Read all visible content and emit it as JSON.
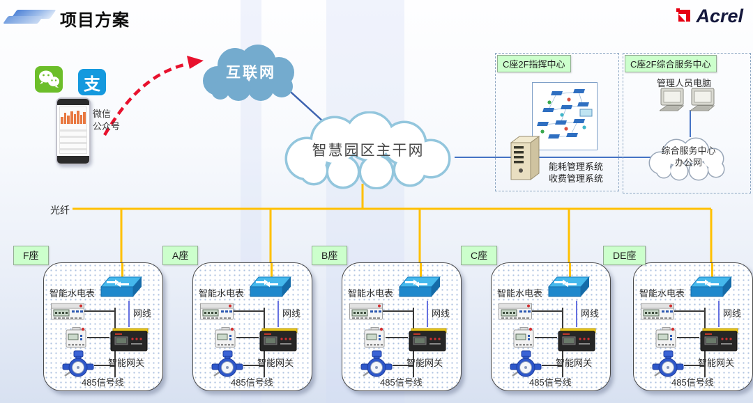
{
  "header": {
    "title": "项目方案",
    "brand": "Acrel"
  },
  "left_panel": {
    "caption_line1": "微信",
    "caption_line2": "公众号",
    "alipay_glyph": "支"
  },
  "clouds": {
    "internet": "互联网",
    "backbone": "智慧园区主干网",
    "office_line1": "综合服务中心",
    "office_line2": "办公网"
  },
  "fiber_label": "光纤",
  "command_center": {
    "title": "C座2F指挥中心",
    "system_line1": "能耗管理系统",
    "system_line2": "收费管理系统"
  },
  "service_center": {
    "title": "C座2F综合服务中心",
    "pc_label": "管理人员电脑"
  },
  "building_labels": {
    "meters": "智能水电表",
    "cable": "网线",
    "gateway": "智能网关",
    "signal": "485信号线"
  },
  "buildings": [
    {
      "name": "F座"
    },
    {
      "name": "A座"
    },
    {
      "name": "B座"
    },
    {
      "name": "C座"
    },
    {
      "name": "DE座"
    }
  ],
  "colors": {
    "fiber_yellow": "#FFC000",
    "network_blue": "#4472C4",
    "cable_blue": "#6470E0",
    "arrow_red": "#E8112D",
    "label_green_bg": "#CCFFCC",
    "brand_red": "#E60012",
    "internet_cloud": "#74ABCE"
  }
}
